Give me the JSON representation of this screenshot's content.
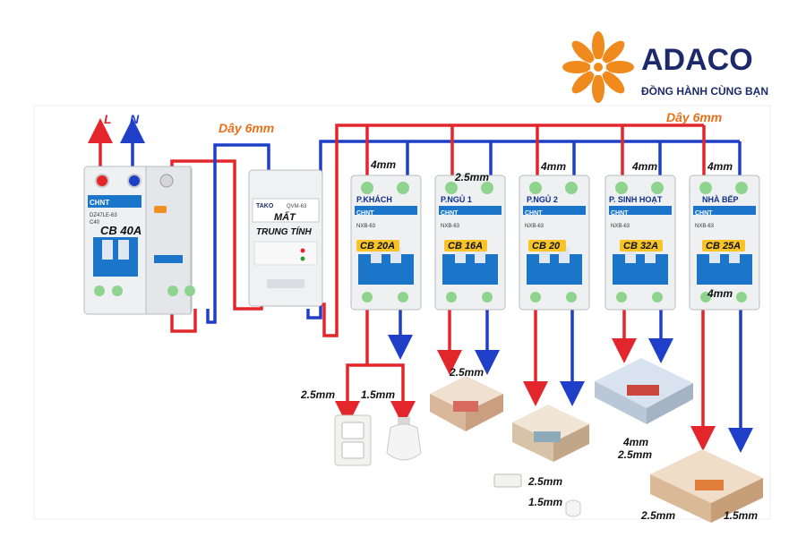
{
  "brand": {
    "name": "ADACO",
    "tagline": "ĐỒNG HÀNH CÙNG BẠN"
  },
  "colors": {
    "live": "#e3262c",
    "neutral": "#1f3fc8",
    "label_orange": "#e8711a",
    "breaker_blue": "#1b76c9",
    "brand_navy": "#1c2a6b"
  },
  "main_breaker": {
    "L": "L",
    "N": "N",
    "brand": "CHNT",
    "model": "DZ47LE-63",
    "rating": "C40",
    "label": "CB 40A"
  },
  "wire_labels": {
    "left": "Dây 6mm",
    "right": "Dây 6mm"
  },
  "protector": {
    "brand": "TAKO",
    "model": "QVM-63",
    "title_line1": "MẤT",
    "title_line2": "TRUNG TÍNH"
  },
  "breakers": [
    {
      "room": "P.KHÁCH",
      "tag": "CB 20A",
      "wire": "4mm"
    },
    {
      "room": "P.NGỦ 1",
      "tag": "CB 16A",
      "wire": "2.5mm"
    },
    {
      "room": "P.NGỦ 2",
      "tag": "CB 20",
      "wire": "4mm"
    },
    {
      "room": "P. SINH HOẠT",
      "tag": "CB 32A",
      "wire": "4mm"
    },
    {
      "room": "NHÀ BẾP",
      "tag": "CB 25A",
      "wire": "4mm"
    }
  ],
  "breaker_brand": "CHNT",
  "breaker_model": "NXB-63",
  "kitchen_out_wire": "4mm",
  "loads": {
    "socket_wire": "2.5mm",
    "bulb_wire": "1.5mm",
    "bedroom1_wire": "2.5mm",
    "bedroom2_socket": "2.5mm",
    "bedroom2_bulb": "1.5mm",
    "living_wire_1": "4mm",
    "living_wire_2": "2.5mm",
    "kitchen_wire_1": "2.5mm",
    "kitchen_wire_2": "1.5mm"
  }
}
